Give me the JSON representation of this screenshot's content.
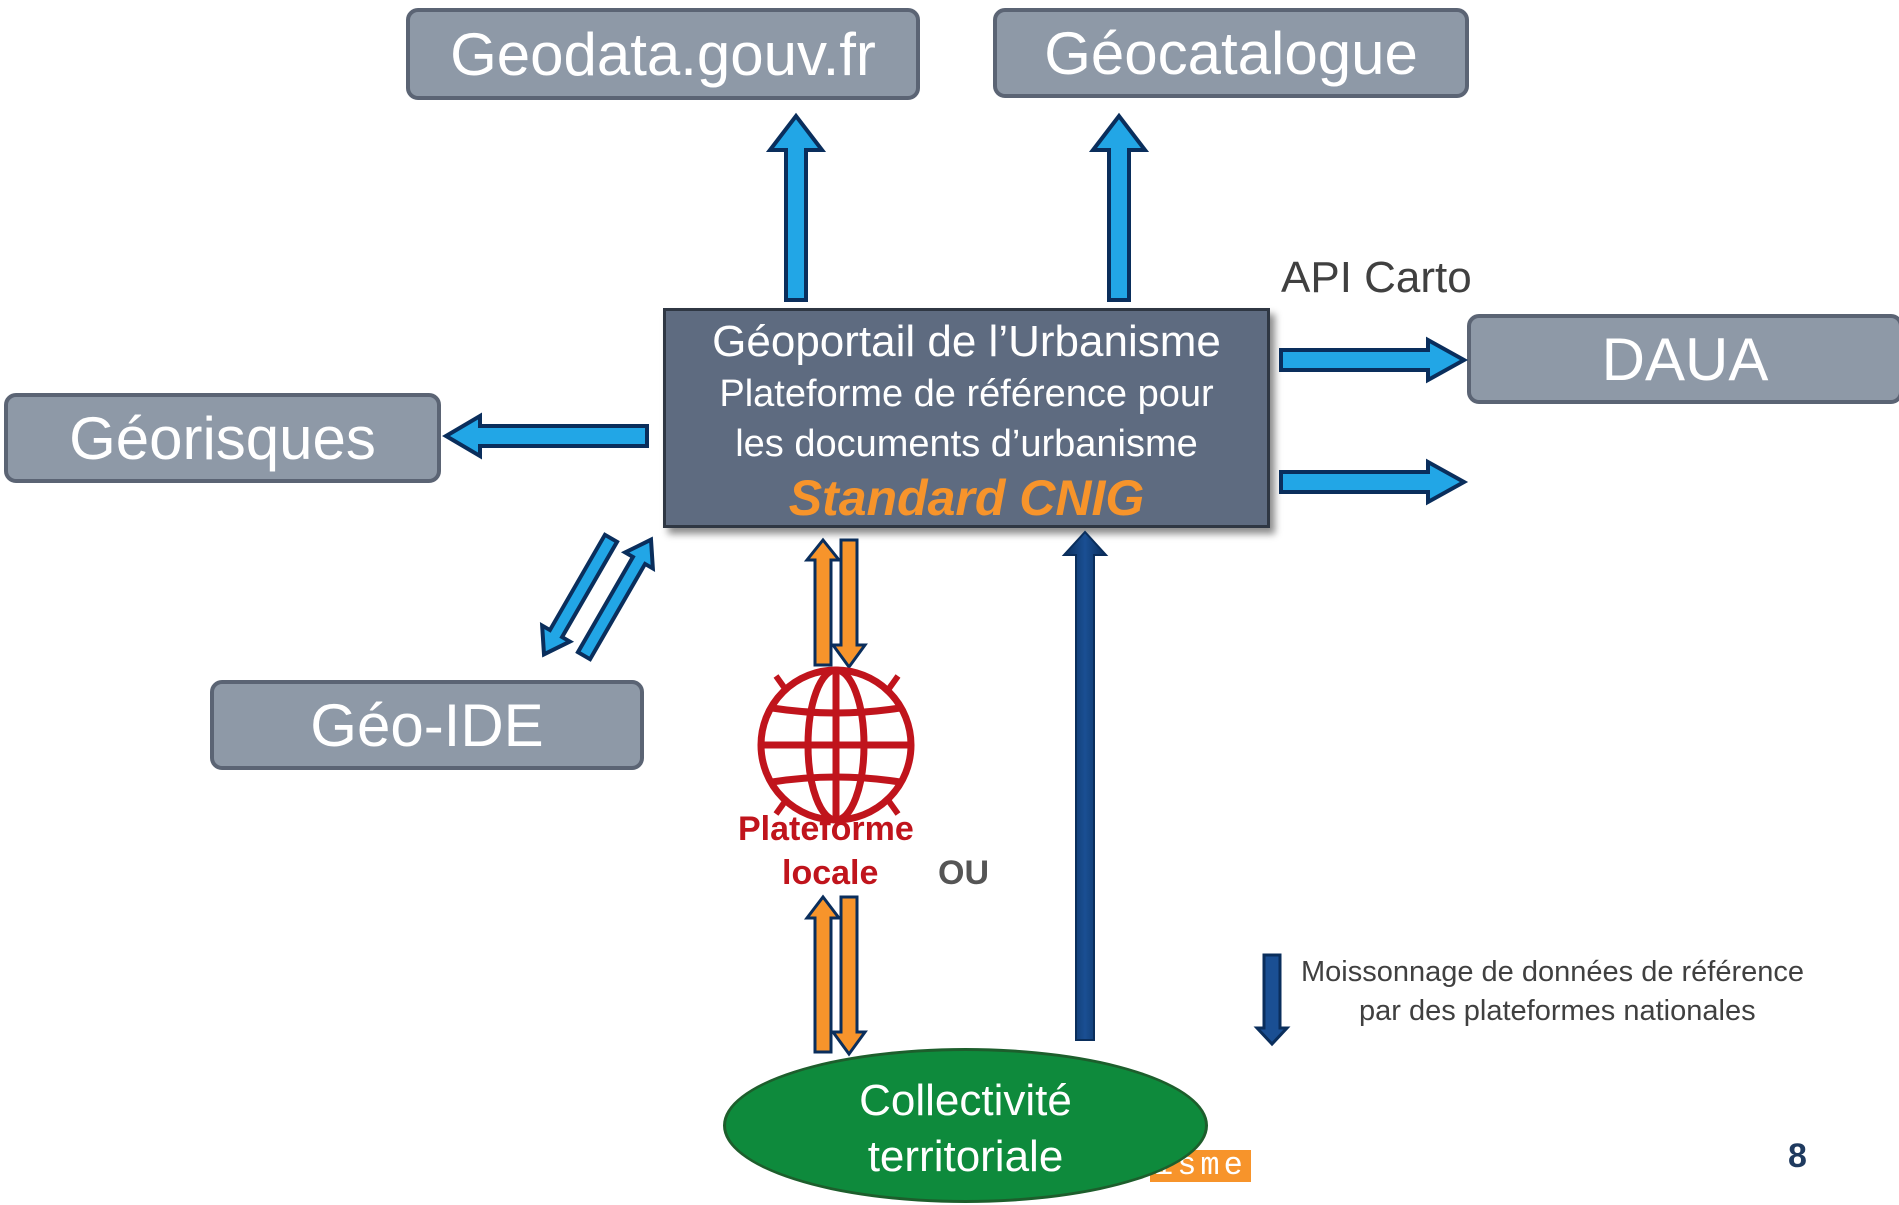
{
  "boxes": {
    "geodata": "Geodata.gouv.fr",
    "geocatalogue": "Géocatalogue",
    "daua": "DAUA",
    "georisques": "Géorisques",
    "geoide": "Géo-IDE"
  },
  "central": {
    "title": "Géoportail de l’Urbanisme",
    "line2": "Plateforme de référence pour",
    "line3": "les documents d’urbanisme",
    "standard": "Standard CNIG"
  },
  "api_label": "API Carto",
  "local_platform": {
    "line1": "Plateforme",
    "line2": "locale",
    "or_label": "OU"
  },
  "collectivite": {
    "line1": "Collectivité",
    "line2": "territoriale"
  },
  "legend": {
    "line1": "Moissonnage de données de référence",
    "line2": "par des plateformes nationales"
  },
  "footer_fragment": "isme",
  "page_number": "8",
  "colors": {
    "box_fill": "#8e99a7",
    "central_fill": "#5e6b80",
    "arrow_blue": "#22a6e6",
    "arrow_orange": "#f7942b",
    "arrow_navy": "#0f3d78",
    "local_red": "#c0141c",
    "ellipse_green": "#0e8a3c"
  }
}
